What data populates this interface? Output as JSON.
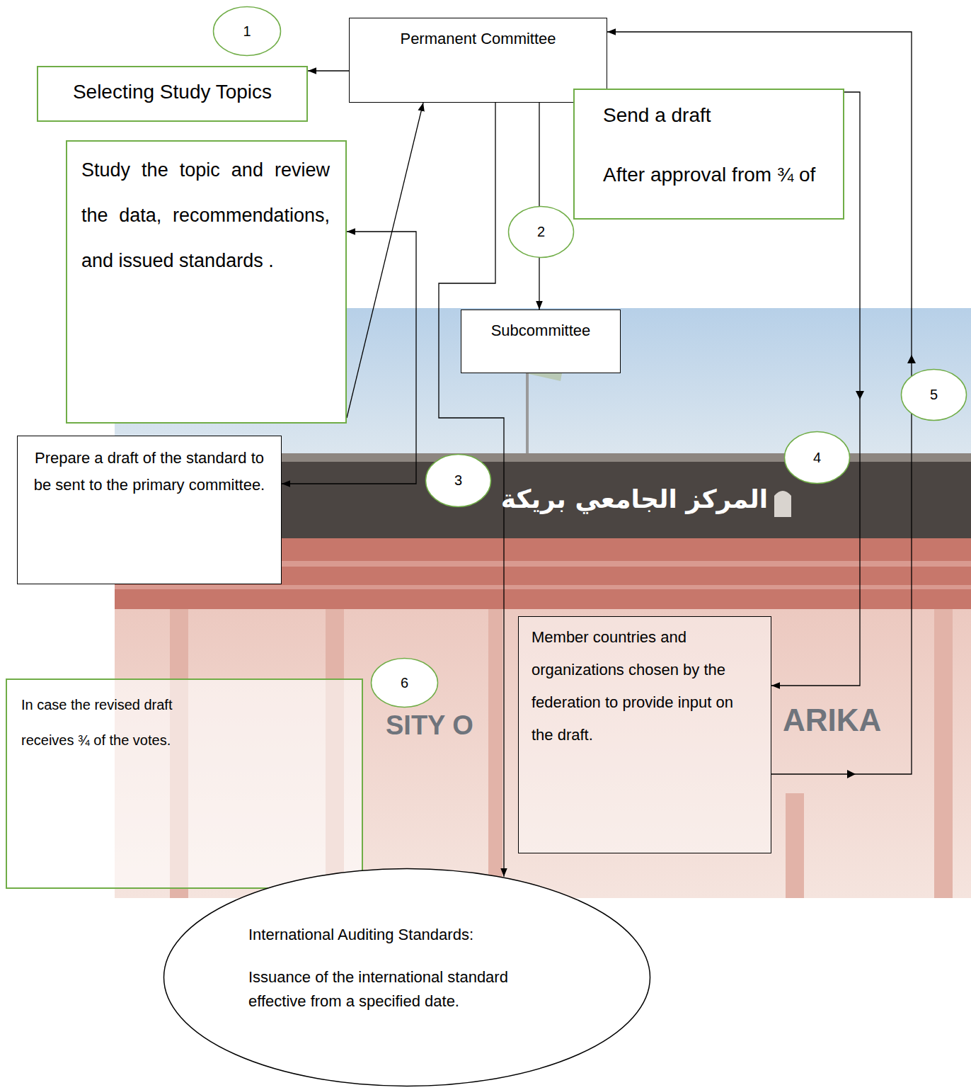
{
  "diagram": {
    "nodes": [
      {
        "text": [
          "1"
        ]
      },
      {
        "text": [
          "Permanent Committee"
        ]
      },
      {
        "text": [
          "Selecting Study Topics"
        ]
      },
      {
        "text": [
          "Send a draft",
          "After approval from ¾ of"
        ]
      },
      {
        "text": [
          "Study the topic and review the data, recommendations, and issued standards ."
        ]
      },
      {
        "text": [
          "2"
        ]
      },
      {
        "text": [
          "Subcommittee"
        ]
      },
      {
        "text": [
          "5"
        ]
      },
      {
        "text": [
          "4"
        ]
      },
      {
        "text": [
          "Prepare a draft of the standard to be sent to the primary committee."
        ]
      },
      {
        "text": [
          "3"
        ]
      },
      {
        "text": [
          "Member countries and organizations chosen by the federation to provide input on the draft."
        ]
      },
      {
        "text": [
          "6"
        ]
      },
      {
        "text": [
          "In case the revised draft receives ¾ of the votes."
        ]
      },
      {
        "text": [
          "International Auditing Standards:",
          "Issuance of the international standard effective from a specified date."
        ]
      }
    ],
    "edges": [
      {
        "from": 1,
        "to": 2,
        "arrow": "to"
      },
      {
        "from": 1,
        "to": 6,
        "arrow": "to"
      },
      {
        "from": 1,
        "to": 11,
        "arrow": "to"
      },
      {
        "from": 4,
        "to": 1,
        "arrow": "to"
      },
      {
        "from": 4,
        "to": 9,
        "arrow": "both"
      },
      {
        "from": 11,
        "to": 1,
        "arrow": "to"
      },
      {
        "from": 1,
        "to": 14,
        "arrow": "to"
      }
    ],
    "labels": [
      "المركز الجامعي بريكة",
      "SITY O",
      "ARIKA"
    ]
  }
}
